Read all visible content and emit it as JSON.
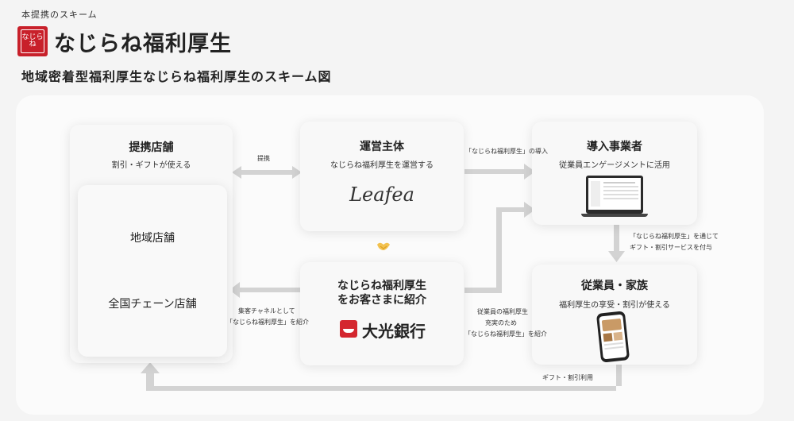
{
  "header": {
    "eyebrow": "本提携のスキーム",
    "logo_text": "なじらね福利厚生",
    "logo_mark_text": "なじらね",
    "subtitle": "地域密着型福利厚生なじらね福利厚生のスキーム図"
  },
  "nodes": {
    "partner_stores": {
      "title": "提携店舗",
      "sub": "割引・ギフトが使える"
    },
    "local_stores": {
      "label": "地域店舗"
    },
    "chain_stores": {
      "label": "全国チェーン店舗"
    },
    "operator": {
      "title": "運営主体",
      "sub": "なじらね福利厚生を運営する",
      "logo": "Leafea"
    },
    "introducer": {
      "title_line1": "なじらね福利厚生",
      "title_line2": "をお客さまに紹介",
      "bank_name": "大光銀行"
    },
    "adopter": {
      "title": "導入事業者",
      "sub": "従業員エンゲージメントに活用"
    },
    "employee": {
      "title": "従業員・家族",
      "sub": "福利厚生の享受・割引が使える"
    }
  },
  "edges": {
    "partnership": "提携",
    "introduce_adopt": "「なじらね福利厚生」の導入",
    "grant_line1": "「なじらね福利厚生」を通じて",
    "grant_line2": "ギフト・割引サービスを付与",
    "channel_line1": "集客チャネルとして",
    "channel_line2": "「なじらね福利厚生」を紹介",
    "enhance_line1": "従業員の福利厚生",
    "enhance_line2": "充実のため",
    "enhance_line3": "「なじらね福利厚生」を紹介",
    "usage": "ギフト・割引利用"
  },
  "colors": {
    "brand_red": "#c8202a",
    "arrow": "#d3d3d3",
    "panel": "#fbfbfb"
  }
}
